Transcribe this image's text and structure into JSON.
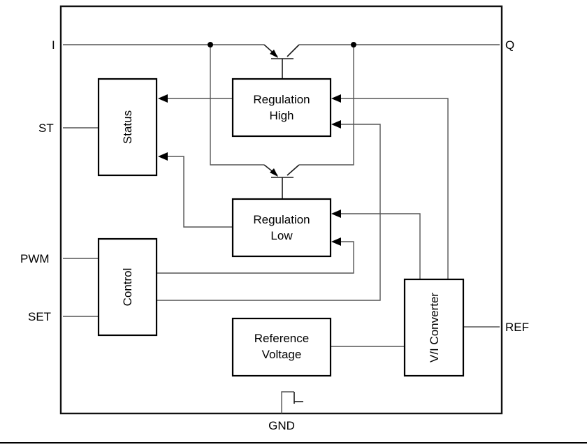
{
  "pins": {
    "i": "I",
    "q": "Q",
    "st": "ST",
    "pwm": "PWM",
    "set": "SET",
    "ref": "REF",
    "gnd": "GND"
  },
  "blocks": {
    "status": [
      "Status"
    ],
    "regulation_high": [
      "Regulation",
      "High"
    ],
    "regulation_low": [
      "Regulation",
      "Low"
    ],
    "control": [
      "Control"
    ],
    "reference_voltage": [
      "Reference",
      "Voltage"
    ],
    "vi_converter": [
      "V/I Converter"
    ]
  }
}
